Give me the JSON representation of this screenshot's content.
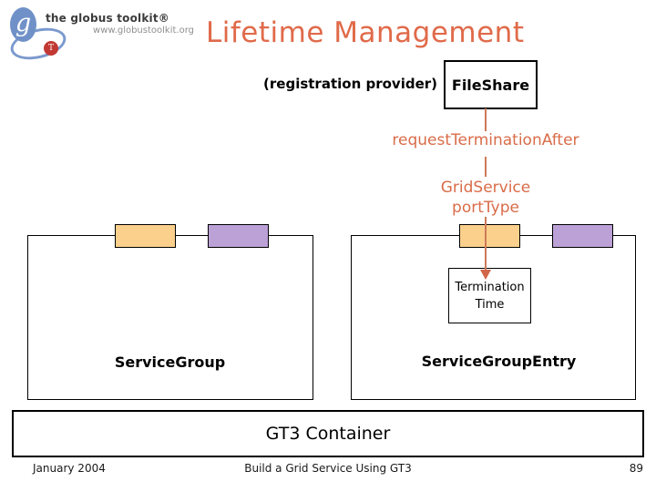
{
  "logo": {
    "brand": "the globus toolkit®",
    "url": "www.globustoolkit.org",
    "g_glyph": "g",
    "t_glyph": "T"
  },
  "header": {
    "title": "Lifetime Management"
  },
  "diagram": {
    "registration_provider": "(registration provider)",
    "fileshare": "FileShare",
    "request_termination": "requestTerminationAfter",
    "gridservice": {
      "line1": "GridService",
      "line2": "portType"
    },
    "termination_time": {
      "line1": "Termination",
      "line2": "Time"
    },
    "service_group": "ServiceGroup",
    "service_group_entry": "ServiceGroupEntry",
    "gt3_container": "GT3 Container"
  },
  "footer": {
    "date": "January 2004",
    "center": "Build a Grid Service Using GT3",
    "page_number": "89"
  },
  "colors": {
    "title_orange": "#e06a4a",
    "diagram_text_orange": "#d96c49",
    "connector_salmon": "#cd7a58",
    "arrow_salmon": "#d2654a",
    "tab_orange": "#fbd08d",
    "tab_purple": "#bba1d6",
    "logo_blue": "#7091c8",
    "logo_red": "#c23832"
  }
}
